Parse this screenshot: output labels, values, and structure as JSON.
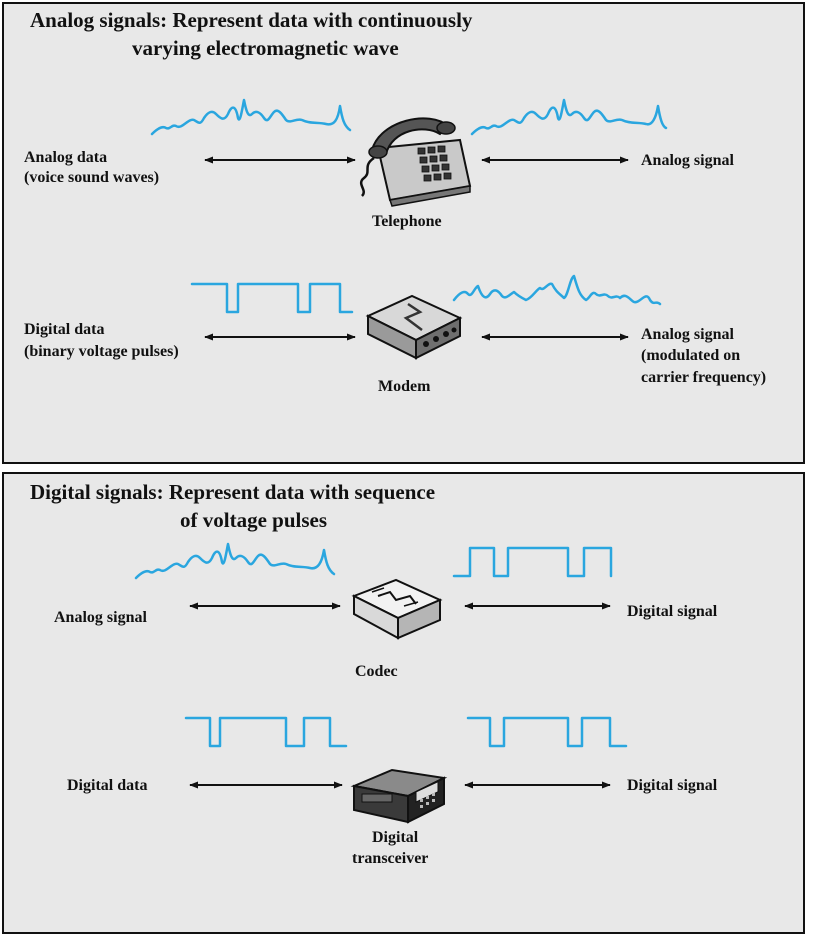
{
  "analog_panel": {
    "title_line1": "Analog signals: Represent data with continuously",
    "title_line2": "varying electromagnetic wave",
    "row1": {
      "left_line1": "Analog data",
      "left_line2": "(voice sound waves)",
      "right": "Analog signal",
      "device": "Telephone",
      "device_icon": "telephone-icon"
    },
    "row2": {
      "left_line1": "Digital data",
      "left_line2": "(binary voltage pulses)",
      "right_line1": "Analog signal",
      "right_line2": "(modulated on",
      "right_line3": "carrier frequency)",
      "device": "Modem",
      "device_icon": "modem-icon"
    }
  },
  "digital_panel": {
    "title_line1": "Digital signals: Represent data with sequence",
    "title_line2": "of voltage pulses",
    "row1": {
      "left": "Analog signal",
      "right": "Digital signal",
      "device": "Codec",
      "device_icon": "codec-icon"
    },
    "row2": {
      "left": "Digital data",
      "right": "Digital signal",
      "device_line1": "Digital",
      "device_line2": "transceiver",
      "device_icon": "transceiver-icon"
    }
  },
  "colors": {
    "wave": "#2aa6df",
    "panel_bg": "#e8e8e8",
    "border": "#111111",
    "text": "#111111"
  }
}
